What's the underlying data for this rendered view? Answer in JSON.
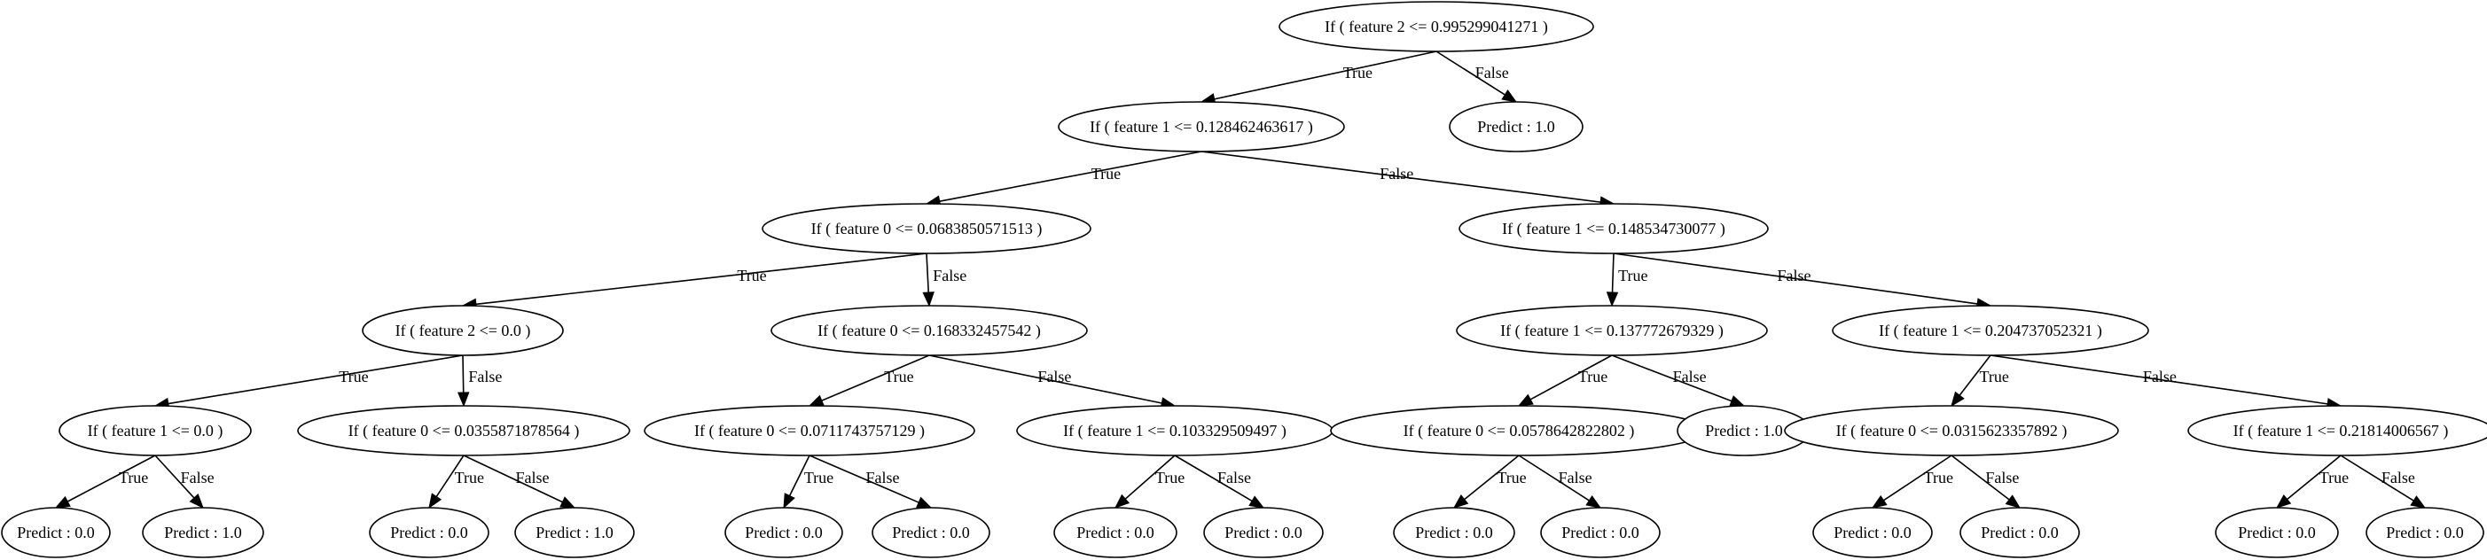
{
  "diagram": {
    "nodes": [
      {
        "id": "n0",
        "label": "If ( feature 2 <= 0.995299041271 )"
      },
      {
        "id": "n1",
        "label": "If ( feature 1 <= 0.128462463617 )"
      },
      {
        "id": "n2",
        "label": "Predict : 1.0"
      },
      {
        "id": "n3",
        "label": "If ( feature 0 <= 0.0683850571513 )"
      },
      {
        "id": "n4",
        "label": "If ( feature 1 <= 0.148534730077 )"
      },
      {
        "id": "n5",
        "label": "If ( feature 2 <= 0.0 )"
      },
      {
        "id": "n6",
        "label": "If ( feature 0 <= 0.168332457542 )"
      },
      {
        "id": "n7",
        "label": "If ( feature 1 <= 0.137772679329 )"
      },
      {
        "id": "n8",
        "label": "If ( feature 1 <= 0.204737052321 )"
      },
      {
        "id": "n9",
        "label": "If ( feature 1 <= 0.0 )"
      },
      {
        "id": "n10",
        "label": "If ( feature 0 <= 0.0355871878564 )"
      },
      {
        "id": "n11",
        "label": "If ( feature 0 <= 0.0711743757129 )"
      },
      {
        "id": "n12",
        "label": "If ( feature 1 <= 0.103329509497 )"
      },
      {
        "id": "n13",
        "label": "If ( feature 0 <= 0.0578642822802 )"
      },
      {
        "id": "n14",
        "label": "Predict : 1.0"
      },
      {
        "id": "n15",
        "label": "If ( feature 0 <= 0.0315623357892 )"
      },
      {
        "id": "n16",
        "label": "If ( feature 1 <= 0.21814006567 )"
      },
      {
        "id": "n17",
        "label": "Predict : 0.0"
      },
      {
        "id": "n18",
        "label": "Predict : 1.0"
      },
      {
        "id": "n19",
        "label": "Predict : 0.0"
      },
      {
        "id": "n20",
        "label": "Predict : 1.0"
      },
      {
        "id": "n21",
        "label": "Predict : 0.0"
      },
      {
        "id": "n22",
        "label": "Predict : 0.0"
      },
      {
        "id": "n23",
        "label": "Predict : 0.0"
      },
      {
        "id": "n24",
        "label": "Predict : 0.0"
      },
      {
        "id": "n25",
        "label": "Predict : 0.0"
      },
      {
        "id": "n26",
        "label": "Predict : 0.0"
      },
      {
        "id": "n27",
        "label": "Predict : 0.0"
      },
      {
        "id": "n28",
        "label": "Predict : 0.0"
      },
      {
        "id": "n29",
        "label": "Predict : 0.0"
      },
      {
        "id": "n30",
        "label": "Predict : 0.0"
      }
    ],
    "edges": [
      {
        "from": "n0",
        "to": "n1",
        "label": "True"
      },
      {
        "from": "n0",
        "to": "n2",
        "label": "False"
      },
      {
        "from": "n1",
        "to": "n3",
        "label": "True"
      },
      {
        "from": "n1",
        "to": "n4",
        "label": "False"
      },
      {
        "from": "n3",
        "to": "n5",
        "label": "True"
      },
      {
        "from": "n3",
        "to": "n6",
        "label": "False"
      },
      {
        "from": "n4",
        "to": "n7",
        "label": "True"
      },
      {
        "from": "n4",
        "to": "n8",
        "label": "False"
      },
      {
        "from": "n5",
        "to": "n9",
        "label": "True"
      },
      {
        "from": "n5",
        "to": "n10",
        "label": "False"
      },
      {
        "from": "n6",
        "to": "n11",
        "label": "True"
      },
      {
        "from": "n6",
        "to": "n12",
        "label": "False"
      },
      {
        "from": "n7",
        "to": "n13",
        "label": "True"
      },
      {
        "from": "n7",
        "to": "n14",
        "label": "False"
      },
      {
        "from": "n8",
        "to": "n15",
        "label": "True"
      },
      {
        "from": "n8",
        "to": "n16",
        "label": "False"
      },
      {
        "from": "n9",
        "to": "n17",
        "label": "True"
      },
      {
        "from": "n9",
        "to": "n18",
        "label": "False"
      },
      {
        "from": "n10",
        "to": "n19",
        "label": "True"
      },
      {
        "from": "n10",
        "to": "n20",
        "label": "False"
      },
      {
        "from": "n11",
        "to": "n21",
        "label": "True"
      },
      {
        "from": "n11",
        "to": "n22",
        "label": "False"
      },
      {
        "from": "n12",
        "to": "n23",
        "label": "True"
      },
      {
        "from": "n12",
        "to": "n24",
        "label": "False"
      },
      {
        "from": "n13",
        "to": "n25",
        "label": "True"
      },
      {
        "from": "n13",
        "to": "n26",
        "label": "False"
      },
      {
        "from": "n15",
        "to": "n27",
        "label": "True"
      },
      {
        "from": "n15",
        "to": "n28",
        "label": "False"
      },
      {
        "from": "n16",
        "to": "n29",
        "label": "True"
      },
      {
        "from": "n16",
        "to": "n30",
        "label": "False"
      }
    ]
  }
}
